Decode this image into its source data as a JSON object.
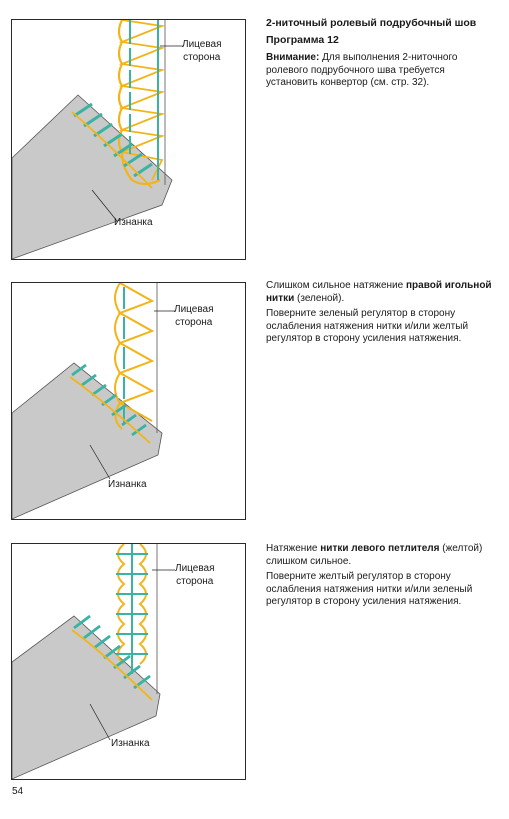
{
  "section1": {
    "title": "2-ниточный ролевый подрубочный шов",
    "program": "Программа 12",
    "note_bold": "Внимание:",
    "note_text": " Для выполнения 2-ниточного ролевого подрубочного шва требуется установить конвертор (см. стр. 32).",
    "label_front_1": "Лицевая",
    "label_front_2": "сторона",
    "label_back": "Изнанка"
  },
  "section2": {
    "p1_a": "Слишком сильное натяжение ",
    "p1_bold": "правой игольной нитки",
    "p1_b": " (зеленой).",
    "p2": "Поверните зеленый регулятор в сторону ослабления натяжения нитки и/или желтый регулятор в сторону усиления натяжения.",
    "label_front_1": "Лицевая",
    "label_front_2": "сторона",
    "label_back": "Изнанка"
  },
  "section3": {
    "p1_a": "Натяжение ",
    "p1_bold": "нитки левого петлителя",
    "p1_b": " (желтой) слишком сильное.",
    "p2": "Поверните желтый регулятор в сторону ослабления натяжения нитки и/или зеленый регулятор в сторону усиления натяжения.",
    "label_front_1": "Лицевая",
    "label_front_2": "сторона",
    "label_back": "Изнанка"
  },
  "page_number": "54",
  "colors": {
    "fabric": "#c9c9c9",
    "fabric_edge": "#555555",
    "yellow_thread": "#f2b418",
    "green_thread": "#3bb3a2",
    "outline": "#2a2a2a"
  }
}
